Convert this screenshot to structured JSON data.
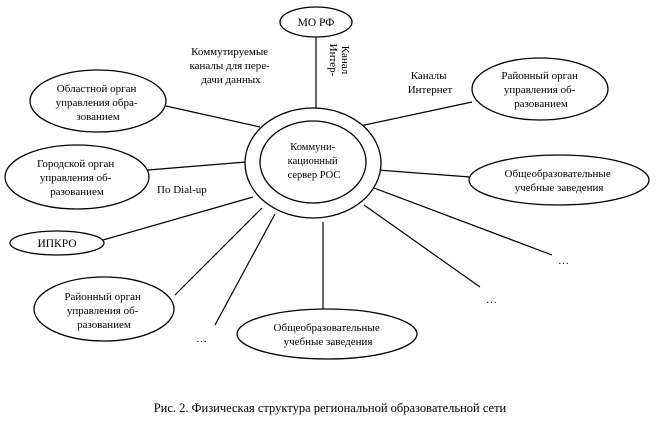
{
  "diagram": {
    "center": {
      "lines": [
        "Коммуни-",
        "кационный",
        "сервер РОС"
      ]
    },
    "nodes": {
      "mo_rf": {
        "lines": [
          "МО РФ"
        ]
      },
      "oblast": {
        "lines": [
          "Областной орган",
          "управления обра-",
          "зованием"
        ]
      },
      "raion_right": {
        "lines": [
          "Районный орган",
          "управления об-",
          "разованием"
        ]
      },
      "gorod": {
        "lines": [
          "Городской орган",
          "управления об-",
          "разованием"
        ]
      },
      "schools_right": {
        "lines": [
          "Общеобразовательные",
          "учебные заведения"
        ]
      },
      "ipkro": {
        "lines": [
          "ИПКРО"
        ]
      },
      "raion_left": {
        "lines": [
          "Районный орган",
          "управления об-",
          "разованием"
        ]
      },
      "schools_bottom": {
        "lines": [
          "Общеобразовательные",
          "учебные заведения"
        ]
      }
    },
    "edge_labels": {
      "switched": [
        "Коммутируемые",
        "каналы для пере-",
        "дачи данных"
      ],
      "internet": [
        "Каналы",
        "Интернет"
      ],
      "dialup": "По Dial-up",
      "vertical": [
        "Канал",
        "Интер-"
      ]
    },
    "ellipsis": [
      "…",
      "…",
      "…"
    ],
    "caption": "Рис. 2. Физическая структура региональной образовательной сети"
  }
}
